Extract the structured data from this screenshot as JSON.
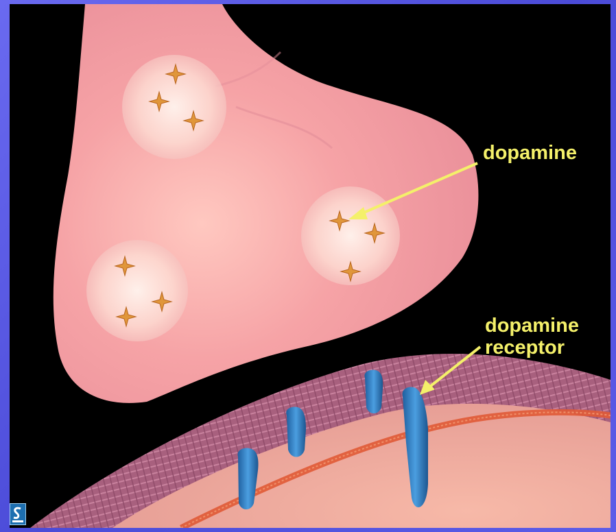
{
  "labels": {
    "dopamine": "dopamine",
    "receptor_line1": "dopamine",
    "receptor_line2": "receptor"
  },
  "colors": {
    "frame": "#5a5ae0",
    "background": "#000000",
    "label": "#f4f06a",
    "terminal": "#f2a0a4",
    "vesicle": "#fde4dc",
    "molecule": "#e0963a",
    "membrane": "#b06a8a",
    "membrane_core": "#e05a36",
    "receptor": "#2f7fc4"
  },
  "icons": {
    "logo": "publisher-logo-icon"
  }
}
